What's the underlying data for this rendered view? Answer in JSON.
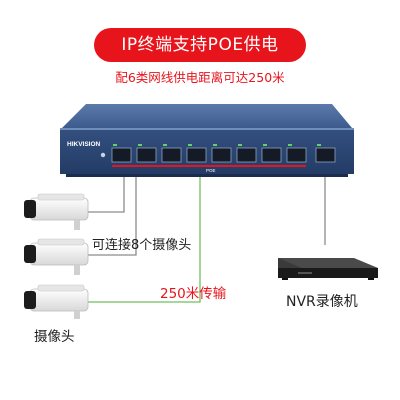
{
  "header": {
    "title": "IP终端支持POE供电",
    "subtitle": "配6类网线供电距离可达250米"
  },
  "switch": {
    "brand": "HIKVISION",
    "port_label": "POE"
  },
  "labels": {
    "connect": "可连接8个摄像头",
    "distance": "250米传输",
    "nvr": "NVR录像机",
    "camera": "摄像头"
  },
  "colors": {
    "accent_red": "#e8141c",
    "switch_blue": "#2f4a78",
    "cable_green": "#6fbf5f",
    "cable_gray": "#8c8c8c"
  },
  "icons": [
    "camera-icon",
    "nvr-icon",
    "switch-icon"
  ]
}
